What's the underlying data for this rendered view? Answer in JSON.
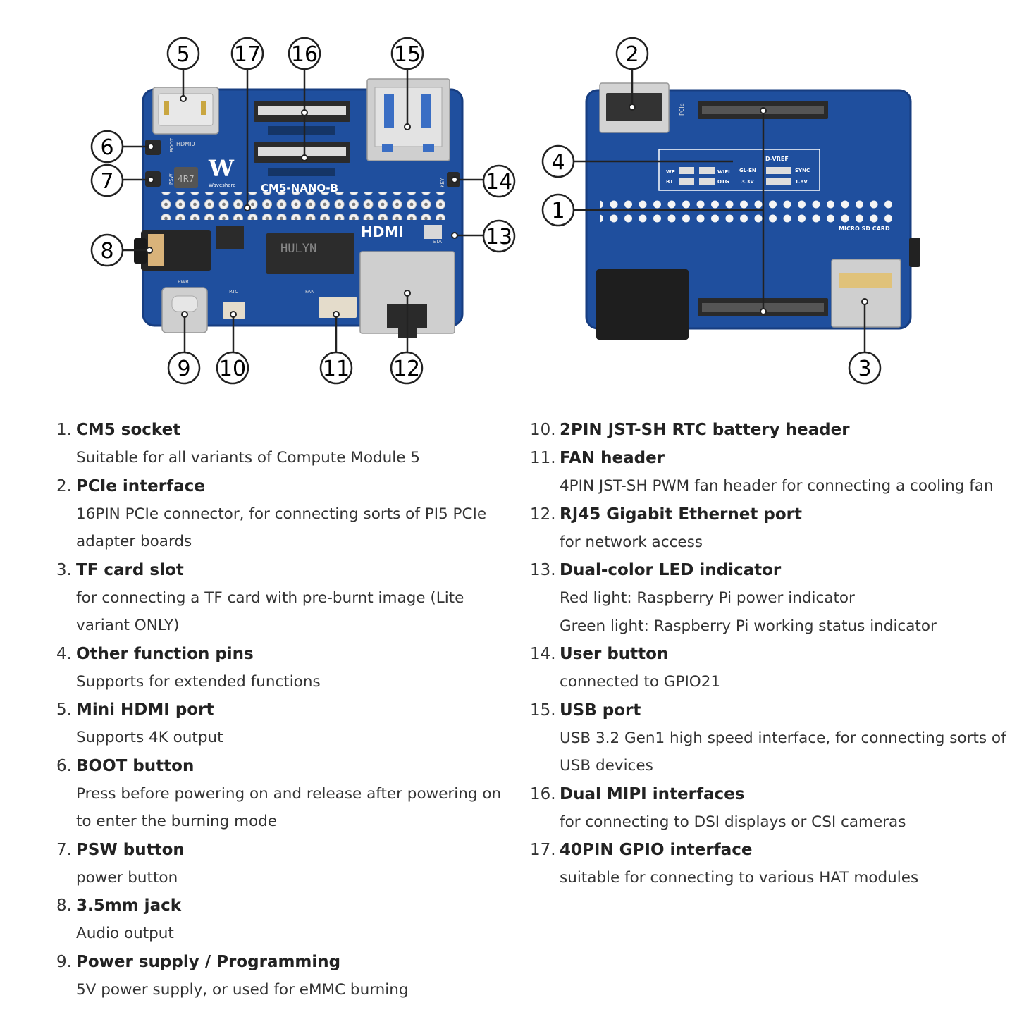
{
  "board_front": {
    "logo_text": "W",
    "brand_text": "Waveshare",
    "model_text": "CM5-NANO-B",
    "hdmi_logo_text": "HDMI",
    "chip_text": "HULYN",
    "silk_pwr": "PWR",
    "silk_rtc": "RTC",
    "silk_fan": "FAN",
    "silk_stat": "STAT",
    "silk_boot": "BOOT",
    "silk_psw": "PSW",
    "silk_key": "KEY",
    "silk_hdmi0": "HDMI0",
    "inductor_text": "4R7"
  },
  "board_back": {
    "silk_pcie": "PCIe",
    "silk_micro_sd": "MICRO SD CARD",
    "silk_vref": "D-VREF",
    "silk_wp": "WP",
    "silk_bt": "BT",
    "silk_wifi": "WIFI",
    "silk_otg": "OTG",
    "silk_glen": "GL-EN",
    "silk_33v": "3.3V",
    "silk_sync": "SYNC",
    "silk_18v": "1.8V"
  },
  "callouts": {
    "c1": "1",
    "c2": "2",
    "c3": "3",
    "c4": "4",
    "c5": "5",
    "c6": "6",
    "c7": "7",
    "c8": "8",
    "c9": "9",
    "c10": "10",
    "c11": "11",
    "c12": "12",
    "c13": "13",
    "c14": "14",
    "c15": "15",
    "c16": "16",
    "c17": "17"
  },
  "items_left": [
    {
      "num": "1.",
      "title": "CM5 socket",
      "desc": [
        "Suitable for all variants of Compute Module 5"
      ]
    },
    {
      "num": "2.",
      "title": "PCIe interface",
      "desc": [
        "16PIN PCIe connector, for connecting sorts of PI5 PCIe adapter boards"
      ]
    },
    {
      "num": "3.",
      "title": "TF card slot",
      "desc": [
        "for connecting a TF card with pre-burnt image (Lite variant ONLY)"
      ]
    },
    {
      "num": "4.",
      "title": "Other function pins",
      "desc": [
        "Supports for extended functions"
      ]
    },
    {
      "num": "5.",
      "title": "Mini HDMI port",
      "desc": [
        "Supports 4K output"
      ]
    },
    {
      "num": "6.",
      "title": "BOOT button",
      "desc": [
        "Press before powering on and release after powering on to enter the burning mode"
      ]
    },
    {
      "num": "7.",
      "title": "PSW button",
      "desc": [
        "power button"
      ]
    },
    {
      "num": "8.",
      "title": "3.5mm jack",
      "desc": [
        "Audio output"
      ]
    },
    {
      "num": "9.",
      "title": "Power supply / Programming",
      "desc": [
        "5V power supply, or used for eMMC burning"
      ]
    }
  ],
  "items_right": [
    {
      "num": "10.",
      "title": "2PIN JST-SH RTC battery header",
      "desc": []
    },
    {
      "num": "11.",
      "title": "FAN header",
      "desc": [
        "4PIN JST-SH PWM fan header for connecting a cooling fan"
      ]
    },
    {
      "num": "12.",
      "title": "RJ45 Gigabit Ethernet port",
      "desc": [
        "for network access"
      ]
    },
    {
      "num": "13.",
      "title": "Dual-color LED indicator",
      "desc": [
        "Red light: Raspberry Pi power indicator",
        "Green light: Raspberry Pi working status indicator"
      ]
    },
    {
      "num": "14.",
      "title": "User button",
      "desc": [
        "connected to GPIO21"
      ]
    },
    {
      "num": "15.",
      "title": "USB port",
      "desc": [
        "USB 3.2 Gen1 high speed interface, for connecting sorts of USB devices"
      ]
    },
    {
      "num": "16.",
      "title": "Dual MIPI interfaces",
      "desc": [
        "for connecting to DSI displays or CSI cameras"
      ]
    },
    {
      "num": "17.",
      "title": "40PIN GPIO interface",
      "desc": [
        "suitable for connecting to various HAT modules"
      ]
    }
  ],
  "colors": {
    "pcb": "#1f4f9e",
    "pcb_dark": "#173d80",
    "metal": "#c9c9c9",
    "callout": "#222222"
  }
}
